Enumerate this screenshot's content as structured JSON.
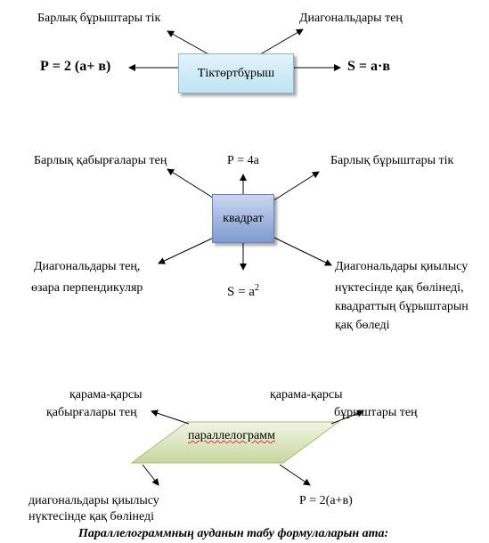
{
  "rectangle": {
    "center_label": "Тіктөртбұрыш",
    "all_angles_right": "Барлық бұрыштары тік",
    "diagonals_equal": "Диагональдары тең",
    "perimeter": "Р = 2 (а+ в)",
    "area": "S = а·в"
  },
  "square": {
    "center_label": "квадрат",
    "all_sides_equal": "Барлық қабырғалары тең",
    "perimeter": "Р = 4а",
    "all_angles_right": "Барлық бұрыштары тік",
    "diagonals_line1": "Диагональдары тең,",
    "diagonals_line2": "өзара перпендикуляр",
    "area_base": "S = a",
    "area_exp": "2",
    "intersect_line1": "Диагональдары  қиылысу",
    "intersect_line2": "нүктесінде қақ бөлінеді,",
    "intersect_line3": "квадраттың бұрыштарын",
    "intersect_line4": "қақ бөледі"
  },
  "parallelogram": {
    "center_label": "параллелограмм",
    "opposite_sides_line1": "қарама-қарсы",
    "opposite_sides_line2": "қабырғалары тең",
    "opposite_angles_line1": "қарама-қарсы",
    "opposite_angles_line2": "бұрыштары тең",
    "diagonals_line1": "диагональдары қиылысу",
    "diagonals_line2": "нүктесінде қақ бөлінеді",
    "perimeter": "Р = 2(а+в)"
  },
  "footer": "Параллелограммның ауданын табу  формулаларын ата:"
}
